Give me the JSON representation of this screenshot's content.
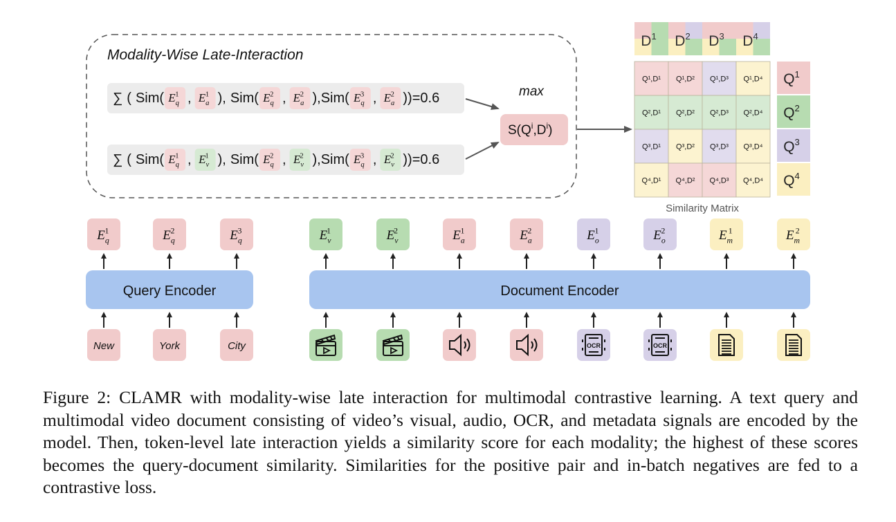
{
  "late_interaction": {
    "title": "Modality-Wise Late-Interaction",
    "rows": [
      {
        "sum": "∑",
        "open": "(",
        "sim": "Sim(",
        "sep": ",",
        "close1": "),",
        "close2": "),",
        "close3": "))=0.6",
        "pairs": [
          [
            "E",
            "q",
            "1",
            "E",
            "a",
            "1"
          ],
          [
            "E",
            "q",
            "2",
            "E",
            "a",
            "2"
          ],
          [
            "E",
            "q",
            "3",
            "E",
            "a",
            "2"
          ]
        ]
      },
      {
        "sum": "∑",
        "open": "(",
        "sim": "Sim(",
        "sep": ",",
        "close1": "),",
        "close2": "),",
        "close3": "))=0.6",
        "pairs": [
          [
            "E",
            "q",
            "1",
            "E",
            "v",
            "1"
          ],
          [
            "E",
            "q",
            "2",
            "E",
            "v",
            "2"
          ],
          [
            "E",
            "q",
            "3",
            "E",
            "v",
            "2"
          ]
        ]
      }
    ],
    "max_label": "max",
    "score_label": "S(Q",
    "score_sup": "i",
    "score_mid": ",D",
    "score_end": ")"
  },
  "similarity_matrix": {
    "caption": "Similarity Matrix",
    "docs": [
      "D",
      "D",
      "D",
      "D"
    ],
    "doc_sups": [
      "1",
      "2",
      "3",
      "4"
    ],
    "queries": [
      "Q",
      "Q",
      "Q",
      "Q"
    ],
    "query_sups": [
      "1",
      "2",
      "3",
      "4"
    ],
    "cells": [
      [
        "Q¹,D¹",
        "Q¹,D²",
        "Q¹,D³",
        "Q¹,D⁴"
      ],
      [
        "Q²,D¹",
        "Q²,D²",
        "Q²,D³",
        "Q²,D⁴"
      ],
      [
        "Q³,D¹",
        "Q³,D²",
        "Q³,D³",
        "Q³,D⁴"
      ],
      [
        "Q⁴,D¹",
        "Q⁴,D²",
        "Q⁴,D³",
        "Q⁴,D⁴"
      ]
    ]
  },
  "query_encoder": {
    "label": "Query Encoder",
    "inputs": [
      "New",
      "York",
      "City"
    ],
    "embeddings": [
      [
        "E",
        "q",
        "1"
      ],
      [
        "E",
        "q",
        "2"
      ],
      [
        "E",
        "q",
        "3"
      ]
    ]
  },
  "document_encoder": {
    "label": "Document Encoder",
    "inputs": [
      "clapperboard-icon",
      "clapperboard-icon",
      "speaker-icon",
      "speaker-icon",
      "ocr-icon",
      "ocr-icon",
      "document-icon",
      "document-icon"
    ],
    "embeddings": [
      [
        "E",
        "v",
        "1"
      ],
      [
        "E",
        "v",
        "2"
      ],
      [
        "E",
        "a",
        "1"
      ],
      [
        "E",
        "a",
        "2"
      ],
      [
        "E",
        "o",
        "1"
      ],
      [
        "E",
        "o",
        "2"
      ],
      [
        "E",
        "m",
        "1"
      ],
      [
        "E",
        "m",
        "2"
      ]
    ]
  },
  "colors": {
    "red": "#f1cbcb",
    "green": "#b7dcb1",
    "purple": "#d6d0e8",
    "yellow": "#fbefc1",
    "red_light": "#f5d7d7",
    "green_light": "#d6ead3",
    "purple_light": "#e1dcee",
    "yellow_light": "#fcf3d0",
    "encoder": "#a8c5ef",
    "pill": "#ececec"
  },
  "caption": {
    "prefix": "Figure 2: ",
    "name": "CLAMR",
    "text": " with modality-wise late interaction for multimodal contrastive learning. A text query and multimodal video document consisting of video’s visual, audio, OCR, and metadata signals are encoded by the model. Then, token-level late interaction yields a similarity score for each modality; the highest of these scores becomes the query-document similarity. Similarities for the positive pair and in-batch negatives are fed to a contrastive loss."
  }
}
